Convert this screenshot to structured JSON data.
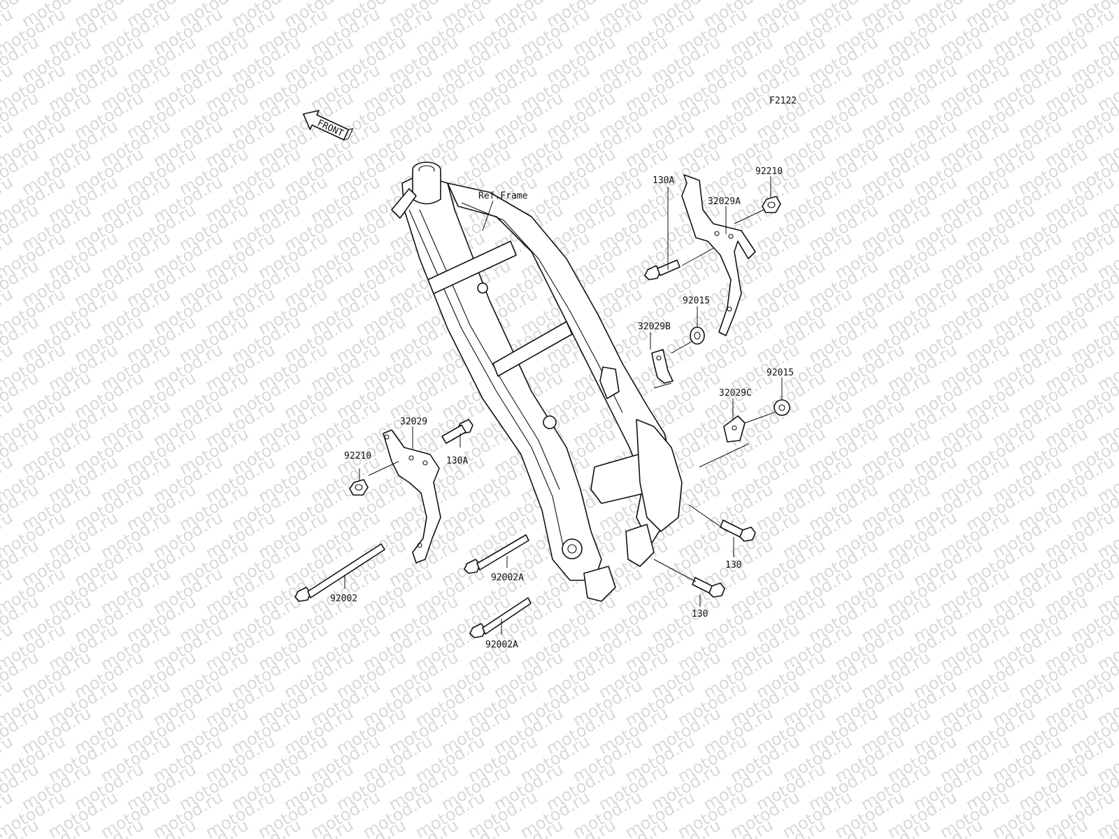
{
  "diagram": {
    "code": "F2122",
    "front_label": "FRONT",
    "watermark": "motod.ru",
    "ref_label": "Ref.Frame",
    "callouts": [
      {
        "id": "92210-top",
        "text": "92210"
      },
      {
        "id": "32029a",
        "text": "32029A"
      },
      {
        "id": "130a-top",
        "text": "130A"
      },
      {
        "id": "92015-a",
        "text": "92015"
      },
      {
        "id": "32029b",
        "text": "32029B"
      },
      {
        "id": "92015-b",
        "text": "92015"
      },
      {
        "id": "32029c",
        "text": "32029C"
      },
      {
        "id": "32029",
        "text": "32029"
      },
      {
        "id": "92210-left",
        "text": "92210"
      },
      {
        "id": "130a-left",
        "text": "130A"
      },
      {
        "id": "92002",
        "text": "92002"
      },
      {
        "id": "92002a-1",
        "text": "92002A"
      },
      {
        "id": "92002a-2",
        "text": "92002A"
      },
      {
        "id": "130-right",
        "text": "130"
      },
      {
        "id": "130-bottom",
        "text": "130"
      }
    ]
  }
}
